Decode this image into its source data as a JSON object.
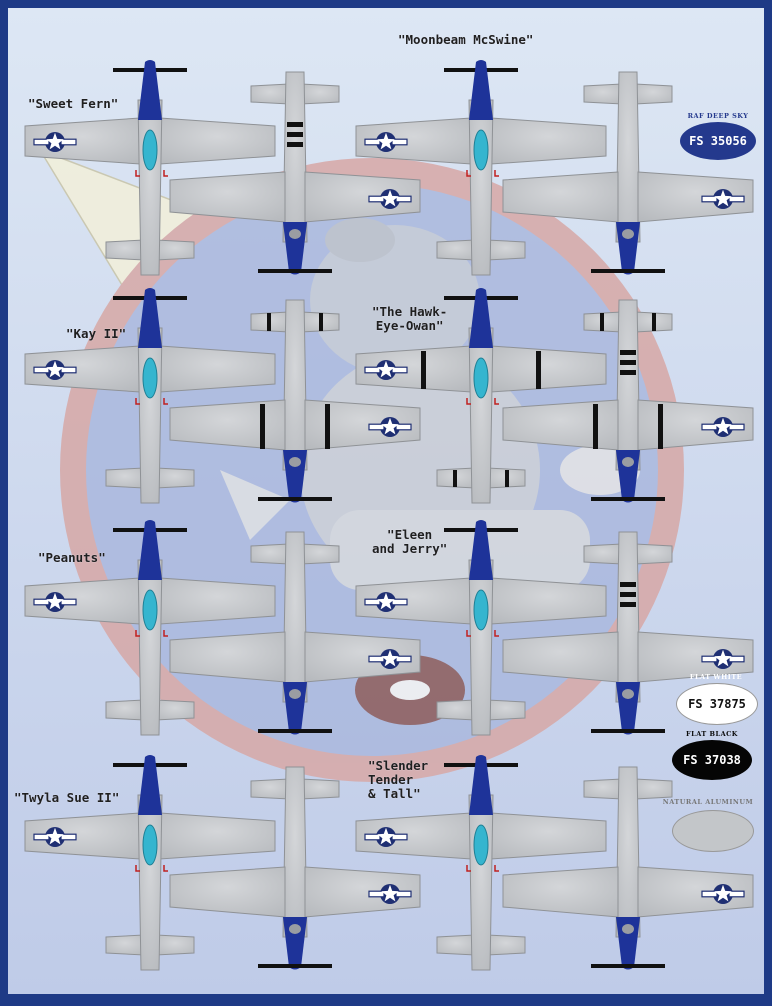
{
  "sheet": {
    "colors": {
      "border": "#1e3a86",
      "background_top": "#dde7f4",
      "background_bottom": "#bfcbe8",
      "aircraft_metal": "#c9cbce",
      "nose_blue": "#1e3399",
      "canopy": "#35b5cf",
      "insignia_blue": "#1f2f73"
    },
    "background_emblem": "squadron-emblem",
    "aircraft_labels": [
      "\"Sweet Fern\"",
      "\"Moonbeam McSwine\"",
      "\"Kay II\"",
      "\"The Hawk-\nEye-Owan\"",
      "\"Peanuts\"",
      "\"Eleen\nand Jerry\"",
      "\"Twyla Sue II\"",
      "\"Slender\nTender\n& Tall\""
    ],
    "swatches": [
      {
        "caption": "RAF DEEP SKY",
        "code": "FS 35056",
        "color": "#24398d",
        "text_color": "#ffffff"
      },
      {
        "caption": "FLAT WHITE",
        "code": "FS 37875",
        "color": "#ffffff",
        "text_color": "#111111"
      },
      {
        "caption": "FLAT BLACK",
        "code": "FS 37038",
        "color": "#050505",
        "text_color": "#ffffff"
      },
      {
        "caption": "NATURAL ALUMINUM",
        "code": "",
        "color": "#c3c6c9",
        "text_color": "#111111"
      }
    ]
  }
}
